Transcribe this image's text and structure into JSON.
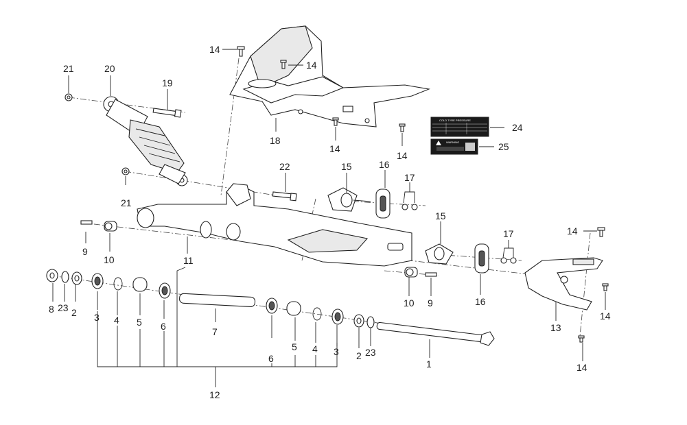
{
  "callouts": {
    "c1": "1",
    "c2a": "2",
    "c2b": "2",
    "c3a": "3",
    "c3b": "3",
    "c4a": "4",
    "c4b": "4",
    "c5a": "5",
    "c5b": "5",
    "c6a": "6",
    "c6b": "6",
    "c7": "7",
    "c8": "8",
    "c9a": "9",
    "c9b": "9",
    "c10a": "10",
    "c10b": "10",
    "c11": "11",
    "c12": "12",
    "c13": "13",
    "c14a": "14",
    "c14b": "14",
    "c14c": "14",
    "c14d": "14",
    "c14e": "14",
    "c14f": "14",
    "c14g": "14",
    "c15a": "15",
    "c15b": "15",
    "c16a": "16",
    "c16b": "16",
    "c17a": "17",
    "c17b": "17",
    "c18": "18",
    "c19": "19",
    "c20": "20",
    "c21a": "21",
    "c21b": "21",
    "c22": "22",
    "c23a": "23",
    "c23b": "23",
    "c24": "24",
    "c25": "25"
  },
  "tire_label": {
    "title": "COLD TYRE PRESSURE"
  },
  "warning_label": {
    "title": "WARNING"
  },
  "colors": {
    "line": "#222222",
    "label_bg": "#1a1a1a",
    "background": "#ffffff"
  }
}
